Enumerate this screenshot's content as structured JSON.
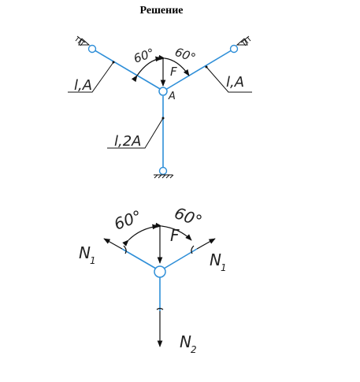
{
  "title": "Решение",
  "top": {
    "angle_left": "60°",
    "angle_right": "60°",
    "force": "F",
    "node": "A",
    "label_left": "l,A",
    "label_right": "l,A",
    "label_bottom": "l,2A"
  },
  "bottom": {
    "angle_left": "60°",
    "angle_right": "60°",
    "force": "F",
    "n1_left": "N",
    "n1_left_sub": "1",
    "n1_right": "N",
    "n1_right_sub": "1",
    "n2": "N",
    "n2_sub": "2"
  },
  "colors": {
    "rod": "#2f8fd8",
    "ink": "#111111"
  }
}
